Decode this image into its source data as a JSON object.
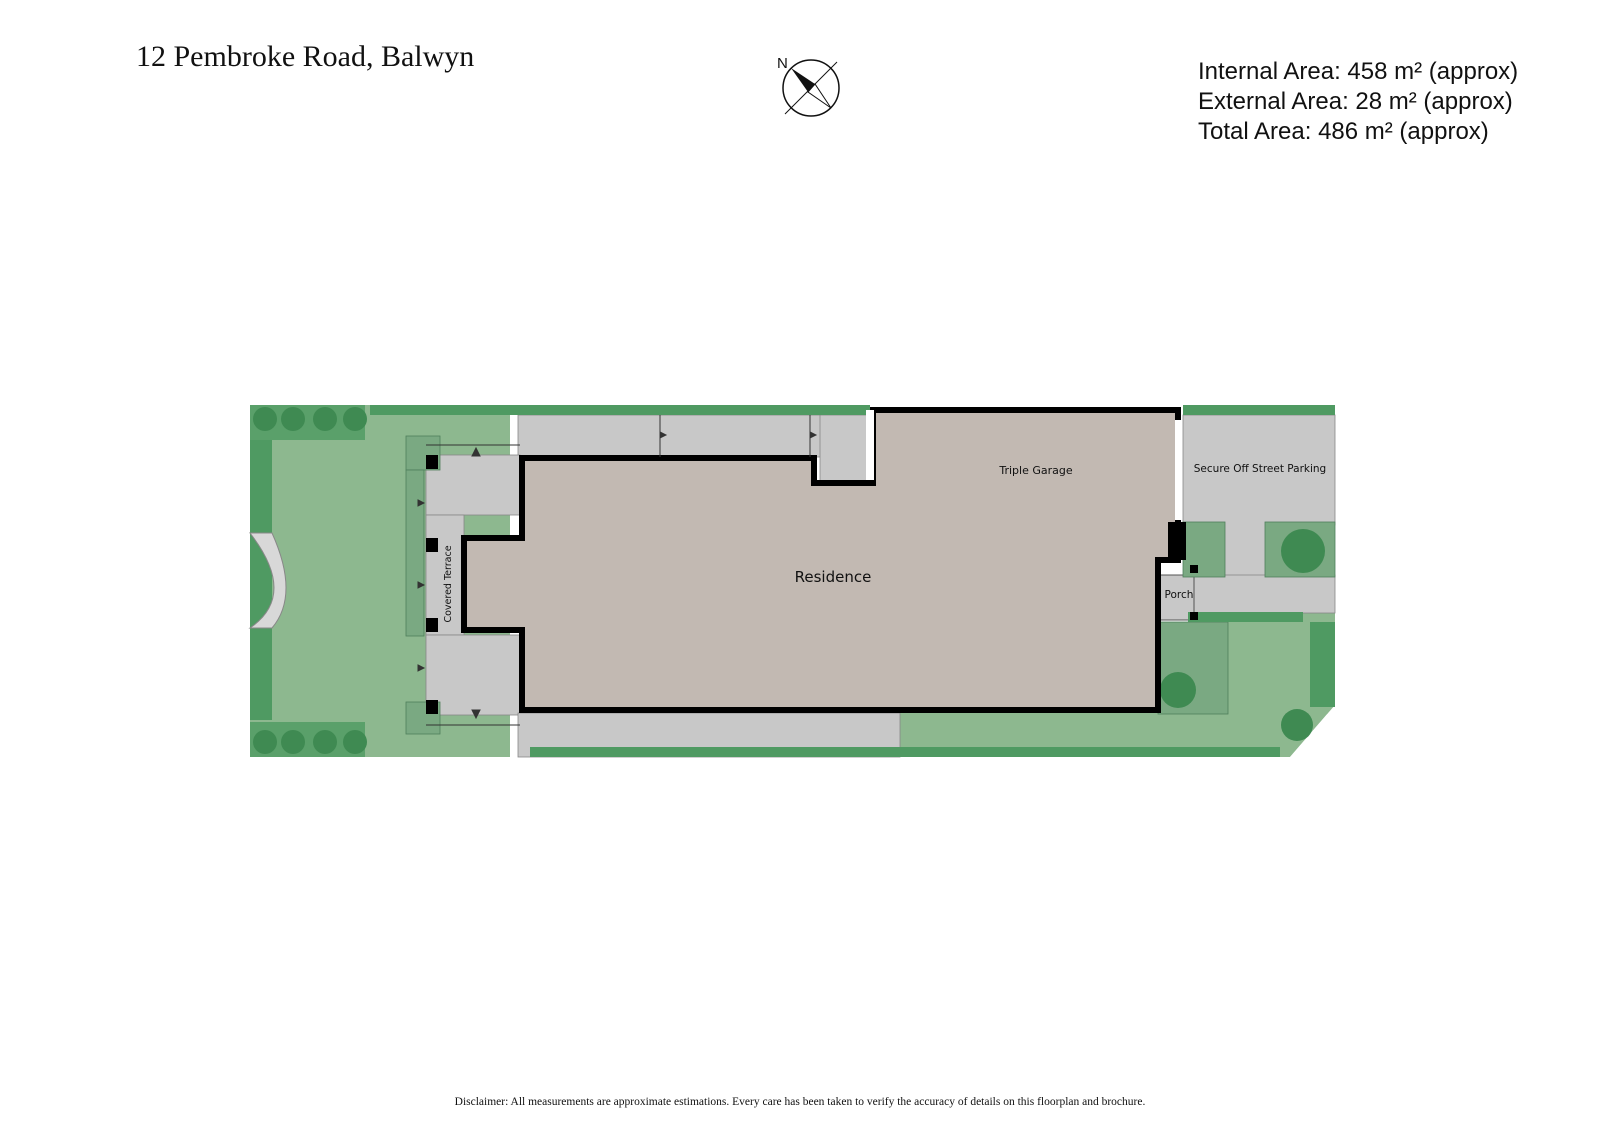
{
  "header": {
    "address": "12 Pembroke Road, Balwyn",
    "internal_area": "Internal Area: 458 m² (approx)",
    "external_area": "External Area: 28 m² (approx)",
    "total_area": "Total Area: 486 m² (approx)"
  },
  "compass": {
    "north_label": "N"
  },
  "rooms": {
    "residence": "Residence",
    "triple_garage": "Triple Garage",
    "secure_parking": "Secure Off Street Parking",
    "porch": "Porch",
    "covered_terrace": "Covered Terrace"
  },
  "footer": {
    "disclaimer": "Disclaimer: All measurements are approximate estimations. Every care has been taken to verify the accuracy of details on this floorplan and brochure."
  },
  "colors": {
    "lawn": "#8db88f",
    "hedge": "#4f9a62",
    "paving": "#c8c8c8",
    "interior": "#c2b9b2",
    "wall": "#000000"
  }
}
